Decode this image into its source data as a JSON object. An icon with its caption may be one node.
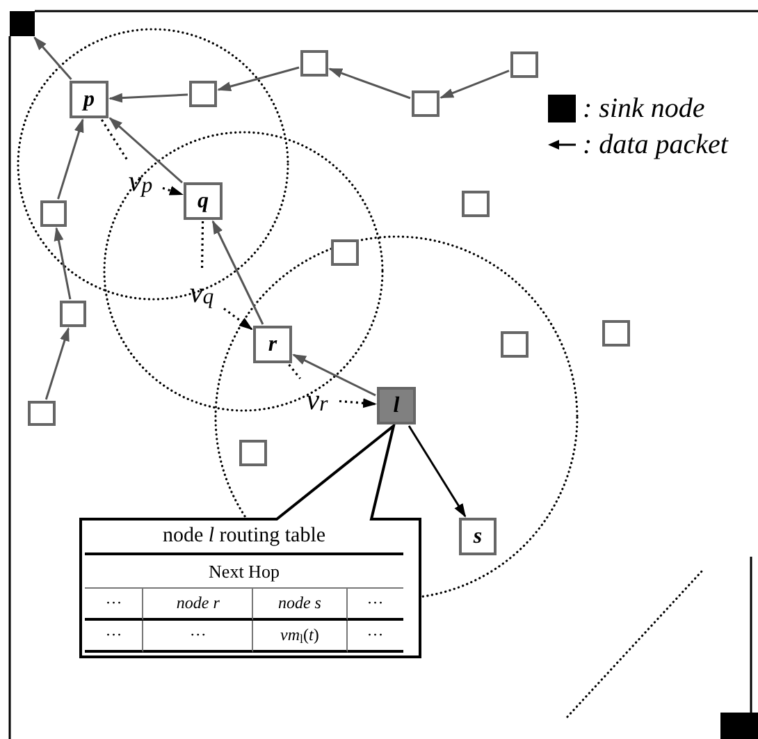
{
  "diagram": {
    "nodes": [
      {
        "text": [],
        "shape": "box"
      },
      {
        "text": [],
        "shape": "box"
      },
      {
        "text": [],
        "shape": "box"
      },
      {
        "text": [
          "p"
        ]
      },
      {
        "text": [],
        "shape": "box"
      },
      {
        "text": [],
        "shape": "box"
      },
      {
        "text": [
          "v$_{p}$"
        ]
      },
      {
        "text": [
          "q"
        ]
      },
      {
        "text": [],
        "shape": "box"
      },
      {
        "text": [],
        "shape": "box"
      },
      {
        "text": [],
        "shape": "box"
      },
      {
        "text": [
          "v$_{q}$"
        ]
      },
      {
        "text": [],
        "shape": "box"
      },
      {
        "text": [],
        "shape": "box"
      },
      {
        "text": [
          "r"
        ]
      },
      {
        "text": [],
        "shape": "box"
      },
      {
        "text": [
          "v$_{r}$"
        ]
      },
      {
        "text": [
          "l"
        ]
      },
      {
        "text": [],
        "shape": "box"
      },
      {
        "text": [],
        "shape": "box"
      },
      {
        "text": [
          "s"
        ]
      },
      {
        "text": [
          "node *l* routing table",
          "Next Hop",
          "···",
          "*node r*",
          "*node s*",
          "···",
          "···",
          "···",
          "*vm*$_{l}$(*t*)",
          "···"
        ]
      },
      {
        "text": [],
        "shape": "box"
      }
    ],
    "edges": [
      {
        "from": 3,
        "to": 0,
        "arrow": "to"
      },
      {
        "from": 4,
        "to": 3,
        "arrow": "to"
      },
      {
        "from": 1,
        "to": 4,
        "arrow": "to"
      },
      {
        "from": 5,
        "to": 1,
        "arrow": "to"
      },
      {
        "from": 2,
        "to": 5,
        "arrow": "to"
      },
      {
        "from": 7,
        "to": 3,
        "arrow": "to"
      },
      {
        "from": 9,
        "to": 3,
        "arrow": "to"
      },
      {
        "from": 12,
        "to": 9,
        "arrow": "to"
      },
      {
        "from": 18,
        "to": 12,
        "arrow": "to"
      },
      {
        "from": 14,
        "to": 7,
        "arrow": "to"
      },
      {
        "from": 17,
        "to": 14,
        "arrow": "to"
      },
      {
        "from": 17,
        "to": 20,
        "arrow": "to",
        "color": "#000000"
      },
      {
        "from": 6,
        "to": 7,
        "arrow": "to",
        "style": "dashed",
        "color": "#000000"
      },
      {
        "from": 11,
        "to": 14,
        "arrow": "to",
        "style": "dashed",
        "color": "#000000"
      },
      {
        "from": 16,
        "to": 17,
        "arrow": "to",
        "style": "dashed",
        "color": "#000000"
      },
      {
        "from": 3,
        "to": 6,
        "arrow": "none",
        "style": "dashed",
        "color": "#000000"
      },
      {
        "from": 7,
        "to": 11,
        "arrow": "none",
        "style": "dashed",
        "color": "#000000"
      },
      {
        "from": 14,
        "to": 16,
        "arrow": "none",
        "style": "dashed",
        "color": "#000000"
      }
    ],
    "legend": [
      {
        "text": ": sink node",
        "color": "#000000"
      },
      {
        "text": ": data packet"
      }
    ]
  }
}
